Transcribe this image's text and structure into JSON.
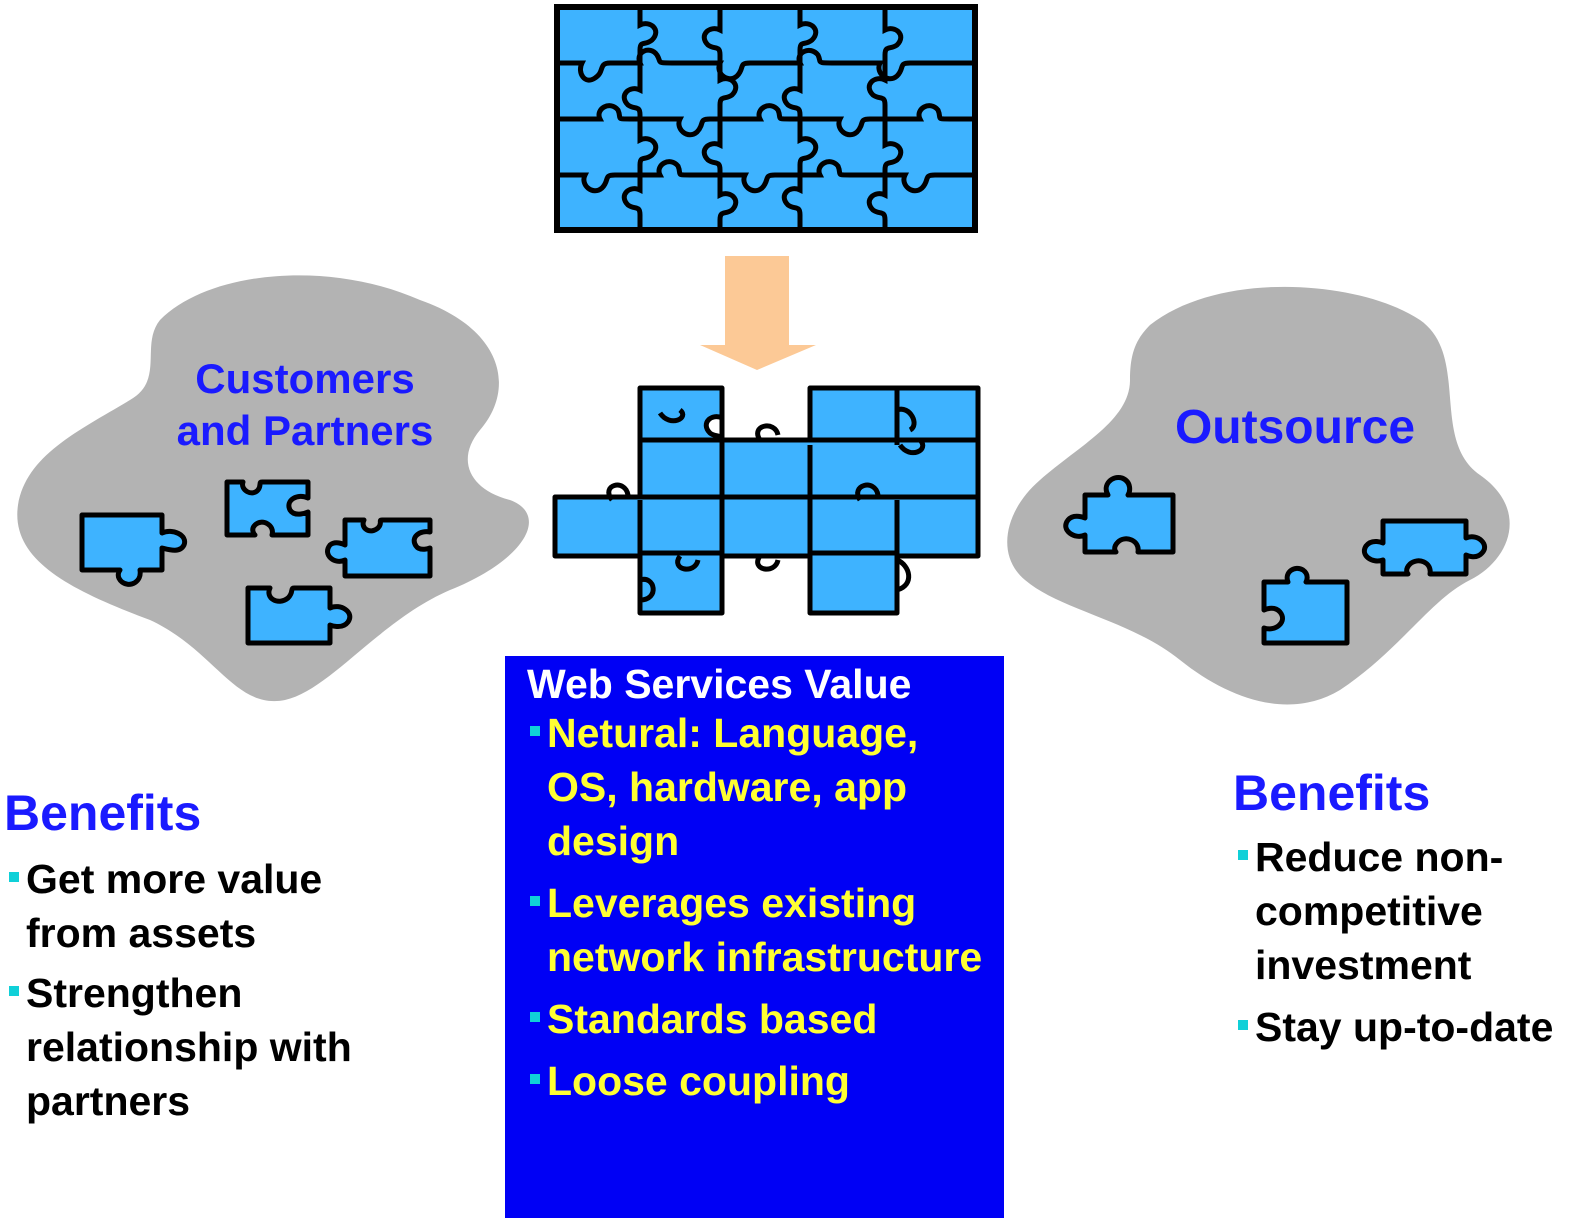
{
  "left": {
    "cloud_label_line1": "Customers",
    "cloud_label_line2": "and Partners",
    "benefits_title": "Benefits",
    "benefits": [
      "Get more value from assets",
      "Strengthen relationship with partners"
    ]
  },
  "right": {
    "cloud_label": "Outsource",
    "benefits_title": "Benefits",
    "benefits": [
      "Reduce non-competitive investment",
      "Stay up-to-date"
    ]
  },
  "center": {
    "value_title": "Web Services Value",
    "values": [
      "Netural: Language, OS, hardware, app design",
      "Leverages existing network infrastructure",
      "Standards based",
      "Loose coupling"
    ]
  },
  "colors": {
    "puzzle_fill": "#3eb3ff",
    "cloud_fill": "#b3b3b3",
    "arrow_fill": "#fcc996",
    "label_blue": "#1a1aff",
    "box_blue": "#0000f5",
    "box_text": "#ffff33",
    "bullet": "#10d0d8"
  },
  "icons": [
    "puzzle-grid",
    "puzzle-piece",
    "down-arrow",
    "cloud"
  ]
}
